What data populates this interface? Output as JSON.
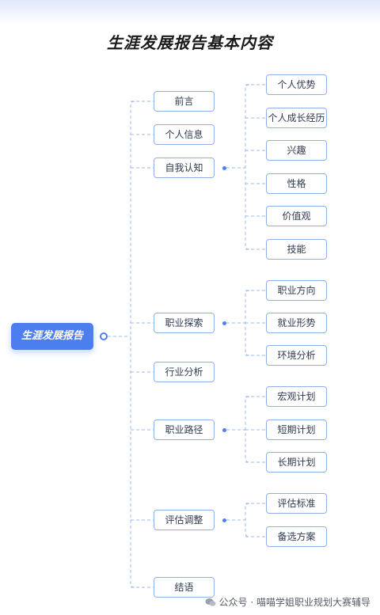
{
  "title": "生涯发展报告基本内容",
  "root": "生涯发展报告",
  "sections": [
    {
      "label": "前言",
      "children": []
    },
    {
      "label": "个人信息",
      "children": []
    },
    {
      "label": "自我认知",
      "children": [
        "个人优势",
        "个人成长经历",
        "兴趣",
        "性格",
        "价值观",
        "技能"
      ]
    },
    {
      "label": "职业探索",
      "children": [
        "职业方向",
        "就业形势",
        "环境分析"
      ]
    },
    {
      "label": "行业分析",
      "children": []
    },
    {
      "label": "职业路径",
      "children": [
        "宏观计划",
        "短期计划",
        "长期计划"
      ]
    },
    {
      "label": "评估调整",
      "children": [
        "评估标准",
        "备选方案"
      ]
    },
    {
      "label": "结语",
      "children": []
    }
  ],
  "footer": "公众号 · 喵喵学姐职业规划大赛辅导",
  "colors": {
    "accent": "#4d7ef0",
    "node_border": "#8fb0ea",
    "line": "#9bb8ee"
  }
}
